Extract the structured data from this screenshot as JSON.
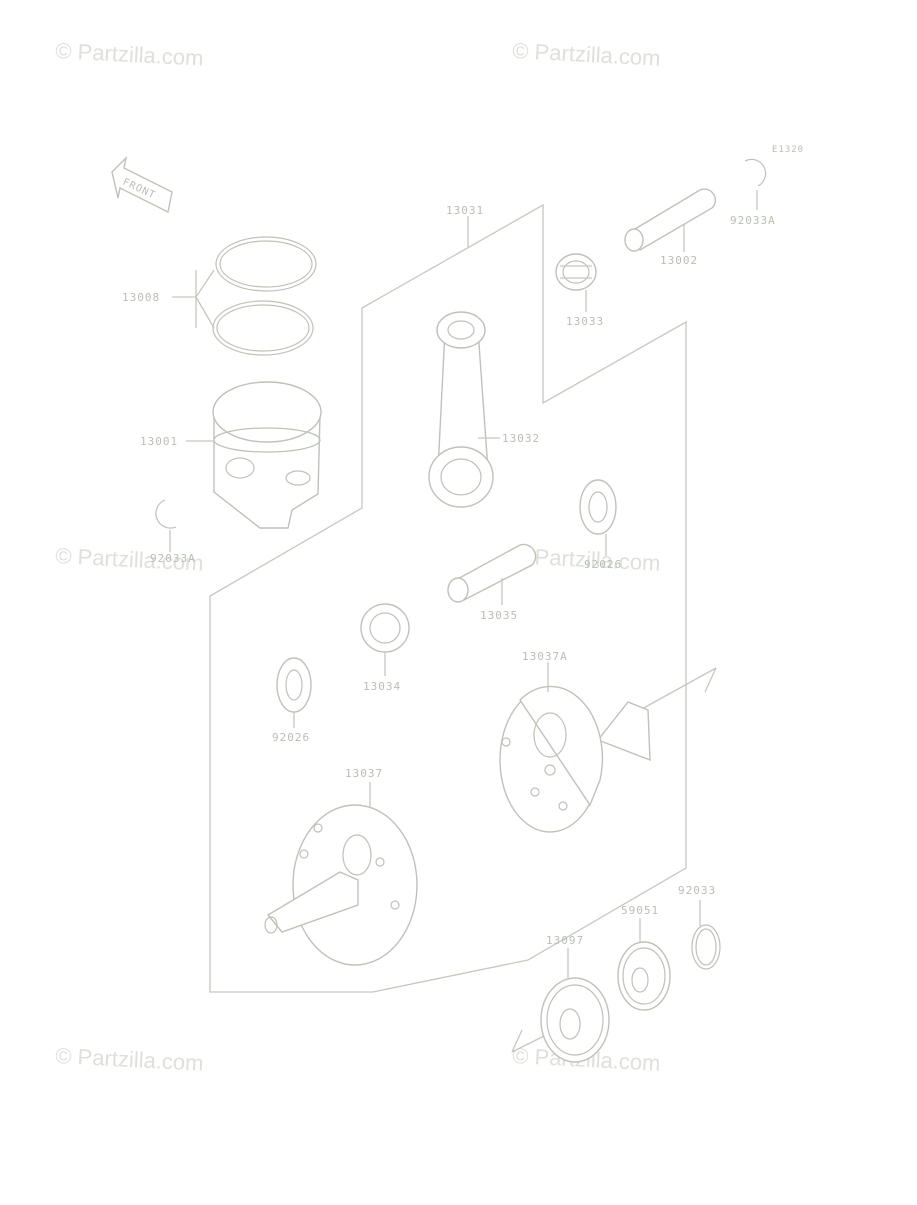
{
  "diagram": {
    "code": "E1320",
    "front_arrow": "FRONT",
    "watermark": "© Partzilla.com",
    "parts": {
      "p13031": "13031",
      "p13002": "13002",
      "p92033a": "92033A",
      "p13008": "13008",
      "p13033": "13033",
      "p13001": "13001",
      "p13032": "13032",
      "p92033_left": "92033A",
      "p92026_right": "92026",
      "p13035": "13035",
      "p13034": "13034",
      "p13037a": "13037A",
      "p92026_left": "92026",
      "p13037": "13037",
      "p92033": "92033",
      "p59051": "59051",
      "p13097": "13097"
    }
  },
  "colors": {
    "line": "#c3c9bf",
    "label": "#b8bfb4",
    "watermark": "#dde1da"
  }
}
